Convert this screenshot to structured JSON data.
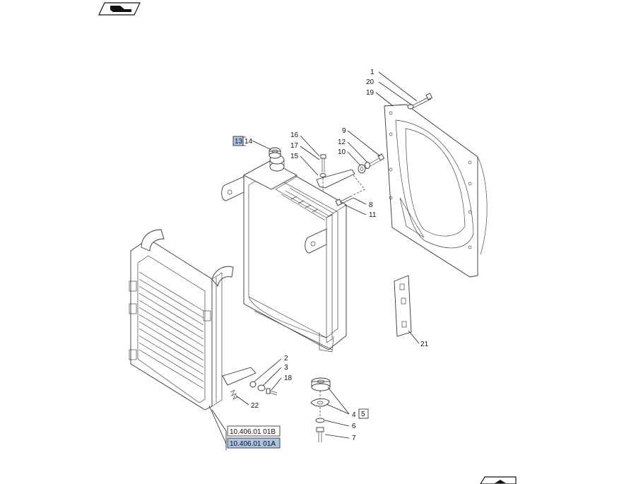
{
  "callouts": {
    "c1": "1",
    "c20": "20",
    "c19": "19",
    "c16": "16",
    "c17": "17",
    "c15": "15",
    "c9": "9",
    "c12": "12",
    "c10": "10",
    "c8": "8",
    "c11": "11",
    "c13": "13",
    "c14": "14",
    "c2": "2",
    "c3": "3",
    "c18": "18",
    "c22": "22",
    "c4": "4",
    "c5": "5",
    "c6": "6",
    "c7": "7",
    "c21": "21"
  },
  "references": {
    "ref_b": "10.406.01 01B",
    "ref_a": "10.406.01 01A"
  },
  "colors": {
    "highlight": "#aac4e6",
    "line": "#222222"
  },
  "icons": {
    "top_nav": "arrow-hand-icon",
    "bottom_nav": "arrow-up-icon"
  }
}
